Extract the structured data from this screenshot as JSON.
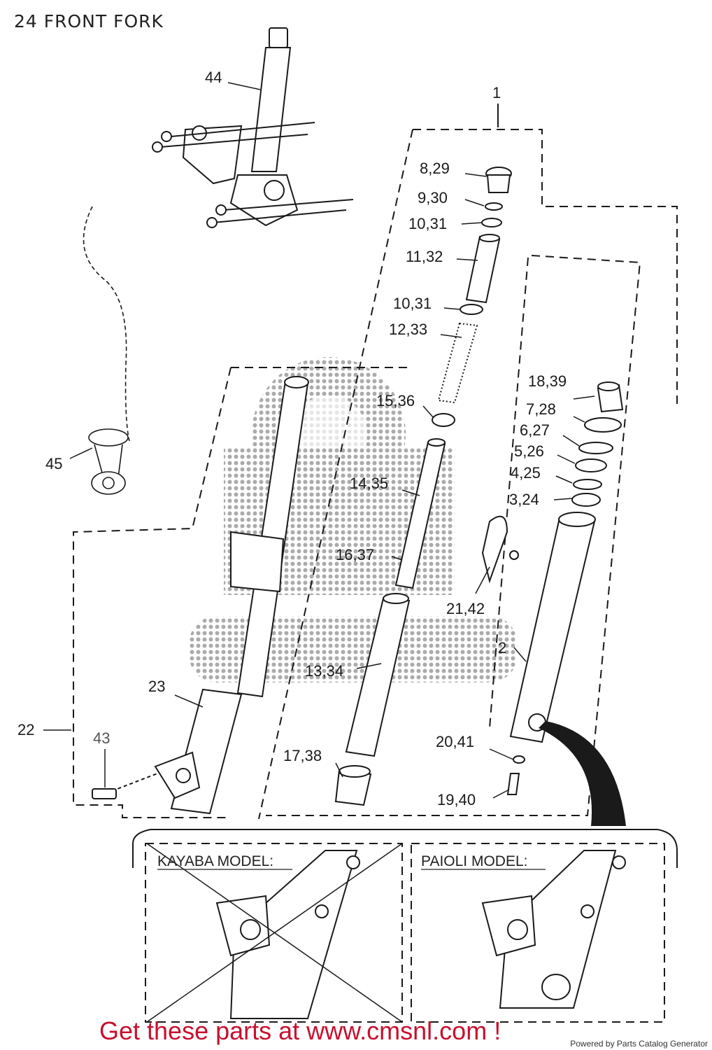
{
  "title": "24 FRONT FORK",
  "callouts": {
    "c1": "1",
    "c2": "2",
    "c3": "3,24",
    "c4": "4,25",
    "c5": "5,26",
    "c6": "6,27",
    "c7": "7,28",
    "c8": "8,29",
    "c9": "9,30",
    "c10a": "10,31",
    "c10b": "10,31",
    "c11": "11,32",
    "c12": "12,33",
    "c13": "13,34",
    "c14": "14,35",
    "c15": "15,36",
    "c16": "16,37",
    "c17": "17,38",
    "c18": "18,39",
    "c19": "19,40",
    "c20": "20,41",
    "c21": "21,42",
    "c22": "22",
    "c23": "23",
    "c43": "43",
    "c44": "44",
    "c45": "45"
  },
  "models": {
    "kayaba": "KAYABA MODEL:",
    "paioli": "PAIOLI MODEL:"
  },
  "footer": "Get these parts at www.cmsnl.com !",
  "powered": "Powered by Parts Catalog Generator",
  "colors": {
    "footer": "#c8102e",
    "line": "#1a1a1a",
    "watermark": "#9a9a9a"
  }
}
